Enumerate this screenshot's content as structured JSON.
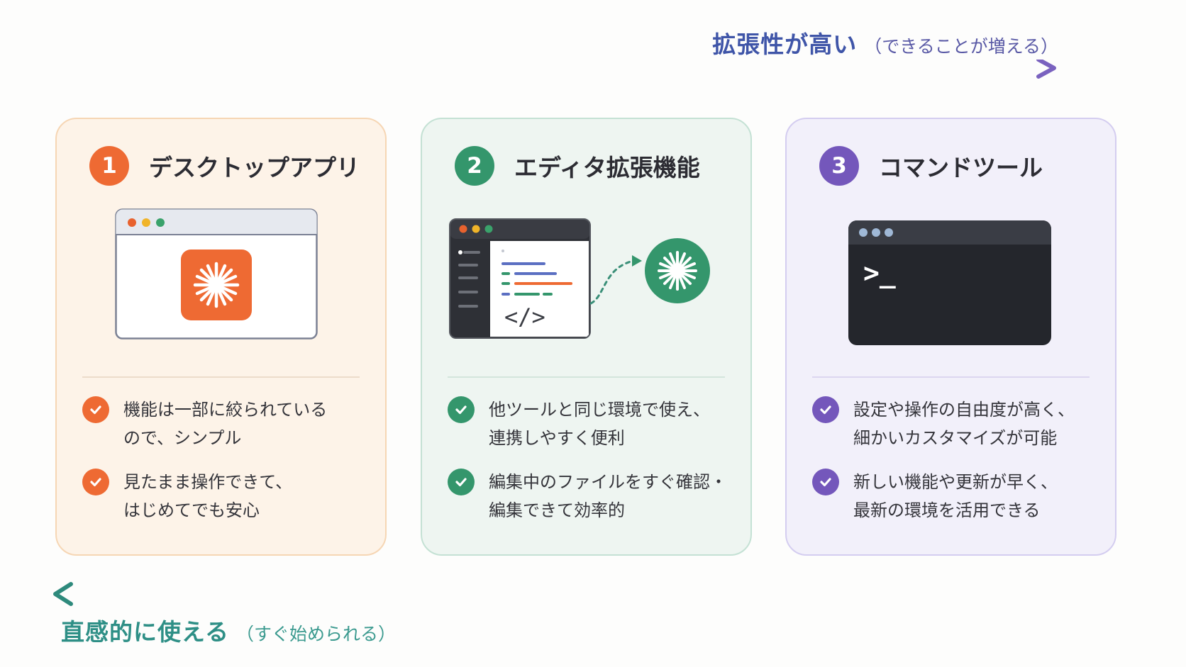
{
  "scale_top": {
    "label": "拡張性が高い",
    "sub": "（できることが増える）"
  },
  "scale_bottom": {
    "label": "直感的に使える",
    "sub": "（すぐ始められる）"
  },
  "colors": {
    "orange": "#ee6a33",
    "green": "#34966c",
    "purple": "#7457bb",
    "top_gradient_start": "#2f5fae",
    "top_gradient_end": "#7a62bf",
    "bottom_gradient_start": "#2e8a7c",
    "bottom_gradient_end": "#4aa59b"
  },
  "cards": [
    {
      "number": "1",
      "title": "デスクトップアプリ",
      "icon": "desktop-app-window-icon",
      "features": [
        {
          "line1": "機能は一部に絞られている",
          "line2": "ので、シンプル"
        },
        {
          "line1": "見たまま操作できて、",
          "line2": "はじめてでも安心"
        }
      ]
    },
    {
      "number": "2",
      "title": "エディタ拡張機能",
      "icon": "editor-extension-icon",
      "code_symbol": "</>",
      "features": [
        {
          "line1": "他ツールと同じ環境で使え、",
          "line2": "連携しやすく便利"
        },
        {
          "line1": "編集中のファイルをすぐ確認・",
          "line2": "編集できて効率的"
        }
      ]
    },
    {
      "number": "3",
      "title": "コマンドツール",
      "icon": "terminal-icon",
      "prompt": ">_",
      "features": [
        {
          "line1": "設定や操作の自由度が高く、",
          "line2": "細かいカスタマイズが可能"
        },
        {
          "line1": "新しい機能や更新が早く、",
          "line2": "最新の環境を活用できる"
        }
      ]
    }
  ]
}
